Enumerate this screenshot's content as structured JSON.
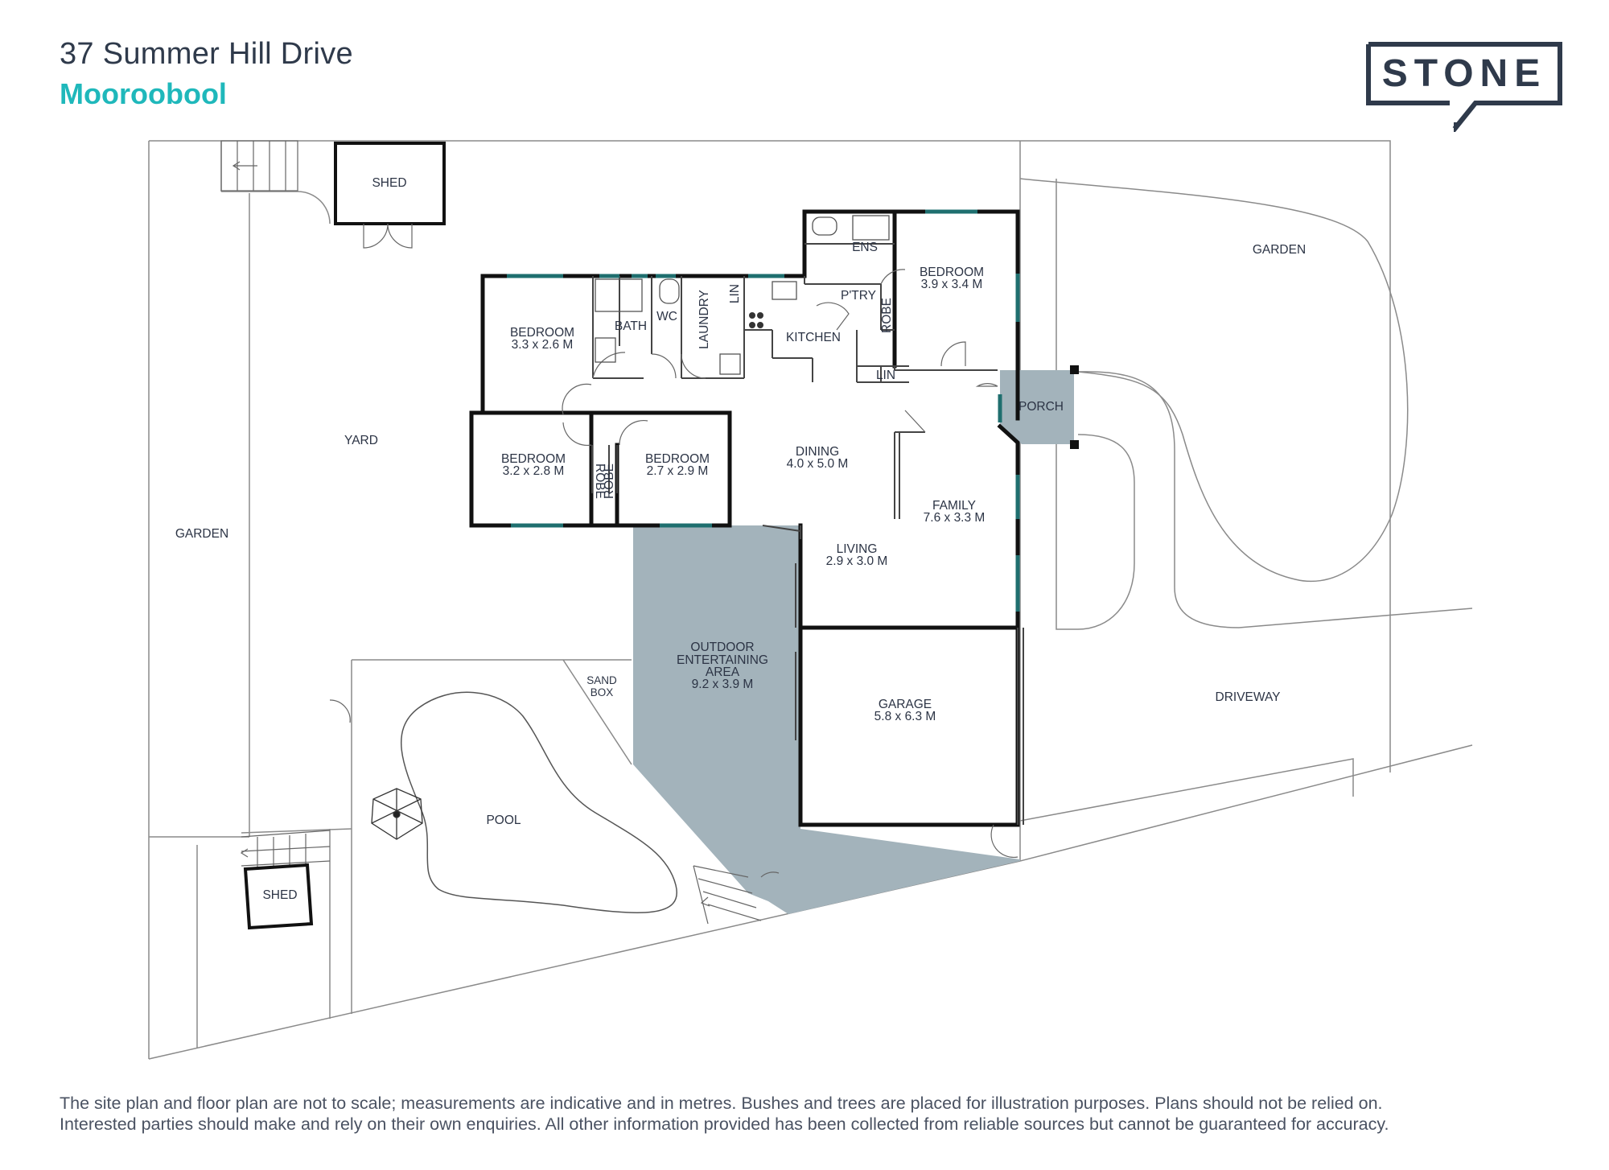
{
  "header": {
    "address": "37 Summer Hill Drive",
    "suburb": "Mooroobool"
  },
  "brand": {
    "name": "STONE",
    "color": "#2f3a4b",
    "accent": "#1fb8bb"
  },
  "colors": {
    "wall": "#111111",
    "window": "#1f6f6f",
    "shaded_area": "#a3b3bb",
    "line": "#888888"
  },
  "rooms": {
    "shed_top": "SHED",
    "garden_right": "GARDEN",
    "ens": "ENS",
    "bedroom_master": "BEDROOM",
    "bedroom_master_size": "3.9 x 3.4 M",
    "pantry": "P'TRY",
    "robe_master": "ROBE",
    "lin_laundry": "LIN",
    "wc": "WC",
    "bath": "BATH",
    "laundry": "LAUNDRY",
    "kitchen": "KITCHEN",
    "bedroom_2": "BEDROOM",
    "bedroom_2_size": "3.3 x 2.6 M",
    "lin_hall": "LIN",
    "porch": "PORCH",
    "yard": "YARD",
    "dining": "DINING",
    "dining_size": "4.0 x 5.0 M",
    "bedroom_3": "BEDROOM",
    "bedroom_3_size": "3.2 x 2.8 M",
    "robe_3": "ROBE",
    "robe_4": "ROBE",
    "bedroom_4": "BEDROOM",
    "bedroom_4_size": "2.7 x 2.9 M",
    "family": "FAMILY",
    "family_size": "7.6 x 3.3 M",
    "garden_left": "GARDEN",
    "living": "LIVING",
    "living_size": "2.9 x 3.0 M",
    "outdoor_1": "OUTDOOR",
    "outdoor_2": "ENTERTAINING",
    "outdoor_3": "AREA",
    "outdoor_size": "9.2 x 3.9 M",
    "sandbox_1": "SAND",
    "sandbox_2": "BOX",
    "driveway": "DRIVEWAY",
    "garage": "GARAGE",
    "garage_size": "5.8 x 6.3 M",
    "pool": "POOL",
    "shed_bottom": "SHED"
  },
  "disclaimer": {
    "line1": "The site plan and floor plan are not to scale; measurements are indicative and in metres. Bushes and trees are placed for illustration purposes. Plans should not be relied on.",
    "line2": "Interested parties should make and rely on their own enquiries. All other information provided has been collected from reliable sources but cannot be guaranteed for accuracy."
  }
}
